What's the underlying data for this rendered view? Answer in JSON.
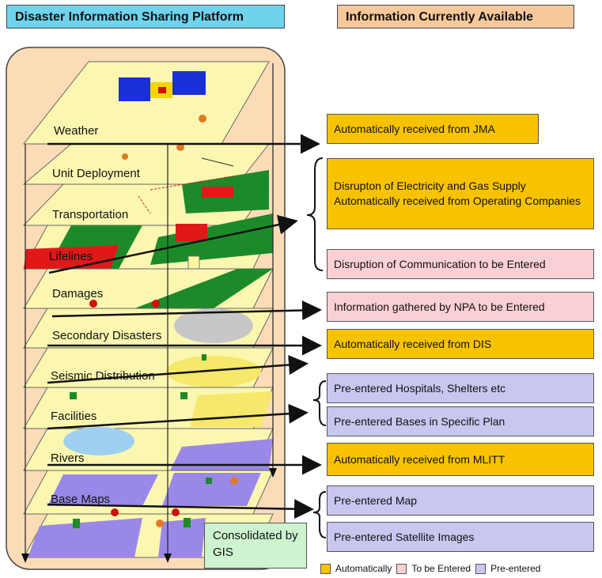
{
  "headers": {
    "left": "Disaster Information Sharing Platform",
    "right": "Information Currently Available"
  },
  "layers": [
    {
      "label": "Weather"
    },
    {
      "label": "Unit Deployment"
    },
    {
      "label": "Transportation"
    },
    {
      "label": "Lifelines"
    },
    {
      "label": "Damages"
    },
    {
      "label": "Secondary Disasters"
    },
    {
      "label": "Seismic Distribution"
    },
    {
      "label": "Facilities"
    },
    {
      "label": "Rivers"
    },
    {
      "label": "Base Maps"
    }
  ],
  "info_boxes": [
    {
      "text": "Automatically received from JMA",
      "status": "automatic"
    },
    {
      "text": "Disrupton of Electricity  and Gas Supply Automatically received from Operating Companies",
      "status": "automatic"
    },
    {
      "text": "Disruption of Communication to be Entered",
      "status": "to-be-entered"
    },
    {
      "text": "Information gathered by NPA to be Entered",
      "status": "to-be-entered"
    },
    {
      "text": "Automatically received from DIS",
      "status": "automatic"
    },
    {
      "text": "Pre-entered Hospitals, Shelters etc",
      "status": "pre-entered"
    },
    {
      "text": "Pre-entered Bases in Specific Plan",
      "status": "pre-entered"
    },
    {
      "text": "Automatically received from MLITT",
      "status": "automatic"
    },
    {
      "text": "Pre-entered Map",
      "status": "pre-entered"
    },
    {
      "text": "Pre-entered Satellite Images",
      "status": "pre-entered"
    }
  ],
  "consolidated": "Consolidated by GIS",
  "legend": {
    "automatic": "Automatically",
    "to_be_entered": "To be Entered",
    "pre_entered": "Pre-entered"
  },
  "colors": {
    "automatic": "#f7c300",
    "to_be_entered": "#fbd0d4",
    "pre_entered": "#c8c7ef",
    "platform_bg": "#fcdcb7",
    "layer_fill": "#fbf7b0",
    "header_left": "#6fd3ec",
    "header_right": "#f7c99a",
    "gis": "#cdf3cf"
  }
}
